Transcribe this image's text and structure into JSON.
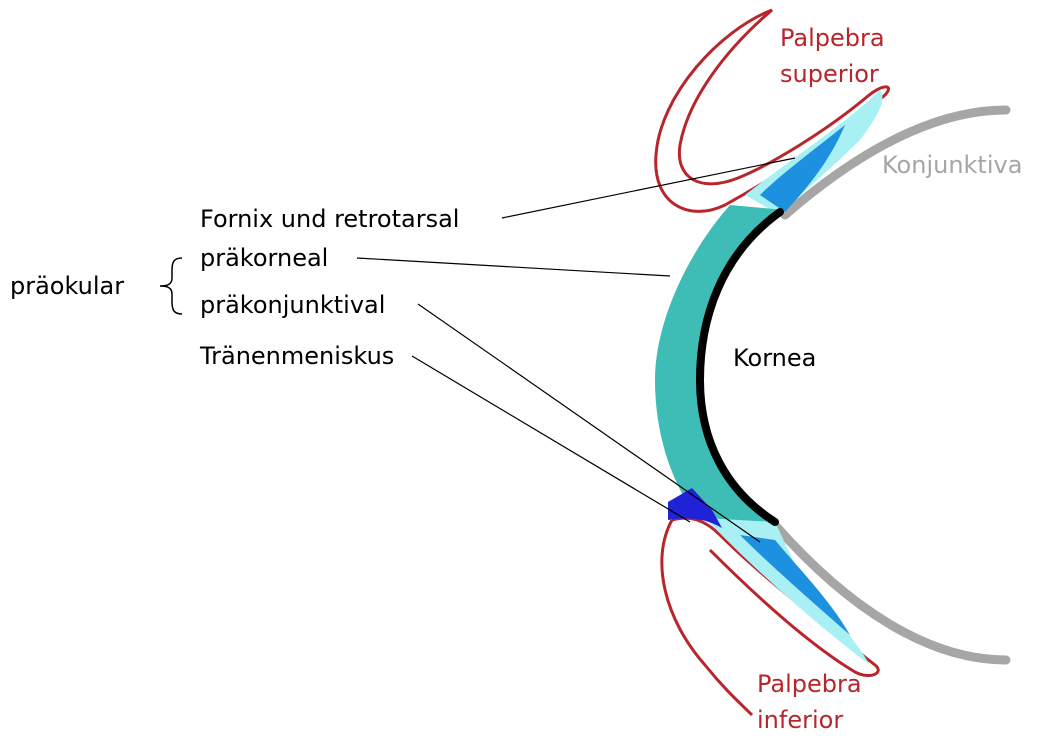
{
  "labels": {
    "palpebra_superior_line1": "Palpebra",
    "palpebra_superior_line2": "superior",
    "konjunktiva": "Konjunktiva",
    "fornix": "Fornix und retrotarsal",
    "praeokular": "präokular",
    "praekorneal": "präkorneal",
    "praekonjunktival": "präkonjunktival",
    "traenenmeniskus": "Tränenmeniskus",
    "kornea": "Kornea",
    "palpebra_inferior_line1": "Palpebra",
    "palpebra_inferior_line2": "inferior"
  },
  "colors": {
    "eyelid_outline": "#b8252b",
    "conjunctiva": "#a6a6a6",
    "cornea": "#000000",
    "tear_film_precorneal": "#3dbdb5",
    "fornix_fill": "#1e90e0",
    "conjunctival_film": "#a8f0f4",
    "meniscus": "#1f22d6",
    "leader_line": "#000000"
  }
}
